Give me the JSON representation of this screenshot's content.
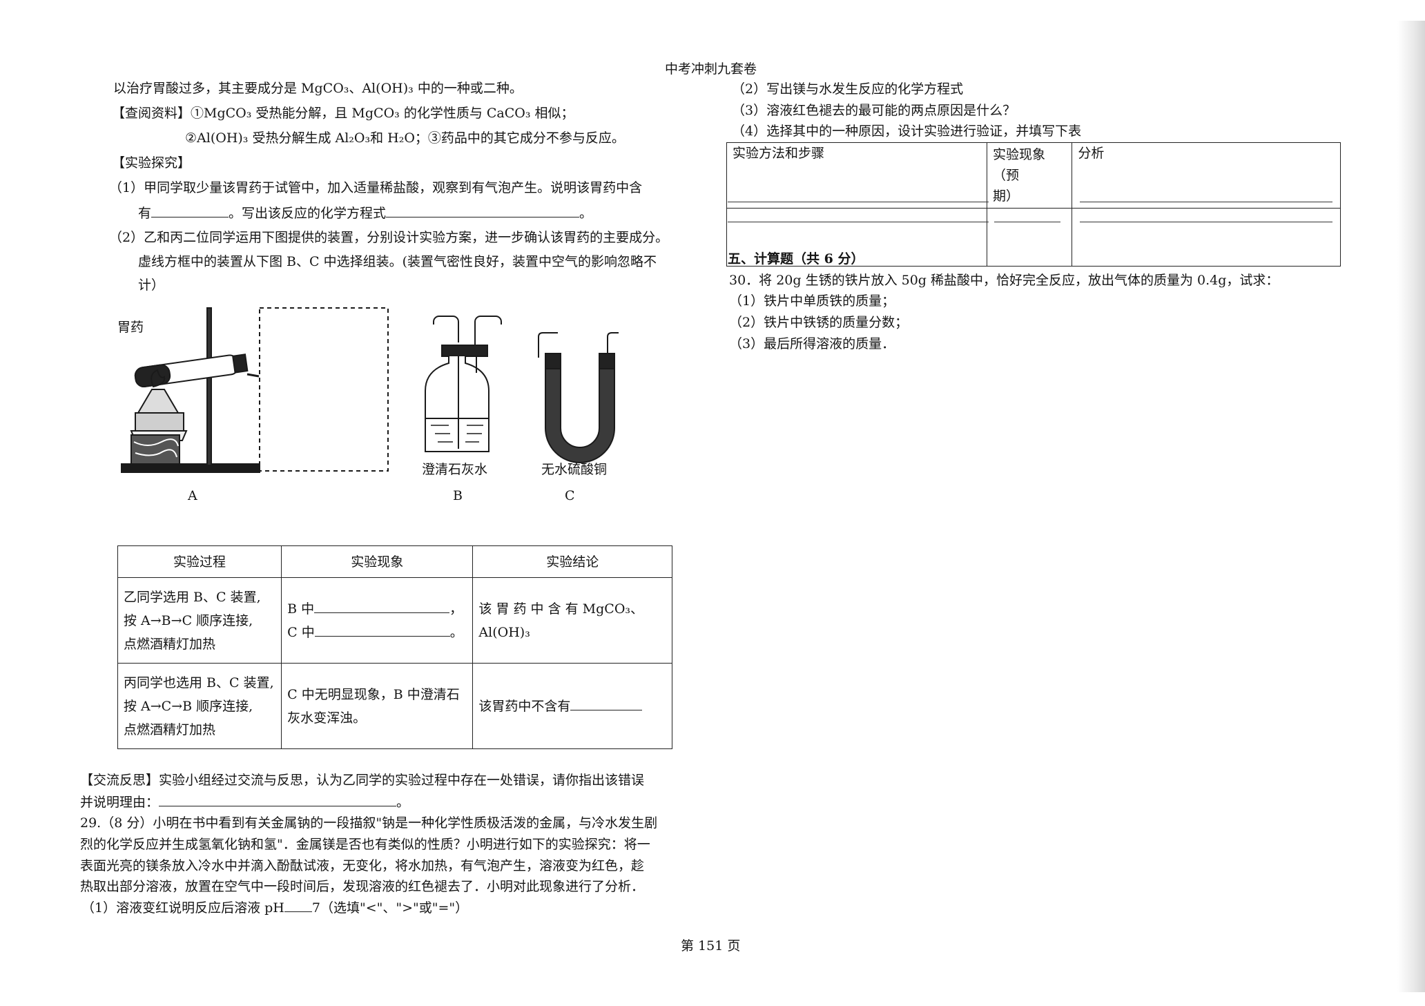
{
  "header": {
    "title": "中考冲刺九套卷",
    "page_number": "第 151 页"
  },
  "left": {
    "intro_line": "以治疗胃酸过多，其主要成分是 MgCO₃、Al(OH)₃ 中的一种或二种。",
    "ref_line1": "【查阅资料】①MgCO₃ 受热能分解，且 MgCO₃ 的化学性质与 CaCO₃ 相似；",
    "ref_line2": "②Al(OH)₃ 受热分解生成 Al₂O₃和 H₂O；③药品中的其它成分不参与反应。",
    "explore_heading": "【实验探究】",
    "q1_line1": "（1）甲同学取少量该胃药于试管中，加入适量稀盐酸，观察到有气泡产生。说明该胃药中含",
    "q1_line2_a": "有",
    "q1_line2_b": "。写出该反应的化学方程式",
    "q1_line2_c": "。",
    "q2_line1": "（2）乙和丙二位同学运用下图提供的装置，分别设计实验方案，进一步确认该胃药的主要成分。",
    "q2_line2": "虚线方框中的装置从下图 B、C 中选择组装。(装置气密性良好，装置中空气的影响忽略不",
    "q2_line3": "计）",
    "figure": {
      "label_stomach_medicine": "胃药",
      "caption_a": "A",
      "caption_b": "B",
      "caption_c": "C",
      "label_limewater": "澄清石灰水",
      "label_copper_sulfate": "无水硫酸铜"
    },
    "table": {
      "headers": [
        "实验过程",
        "实验现象",
        "实验结论"
      ],
      "row1": {
        "process": [
          "乙同学选用 B、C 装置,",
          "按 A→B→C 顺序连接,",
          "点燃酒精灯加热"
        ],
        "phenomenon_b": "B 中",
        "phenomenon_b_end": "，",
        "phenomenon_c": "C 中",
        "phenomenon_c_end": "。",
        "conclusion": [
          "该 胃 药 中 含 有 MgCO₃、",
          "Al(OH)₃"
        ]
      },
      "row2": {
        "process": [
          "丙同学也选用 B、C 装置,",
          "按 A→C→B 顺序连接,",
          "点燃酒精灯加热"
        ],
        "phenomenon": [
          "C 中无明显现象，B 中澄清石",
          "灰水变浑浊。"
        ],
        "conclusion": "该胃药中不含有"
      }
    },
    "reflect_line1": "【交流反思】实验小组经过交流与反思，认为乙同学的实验过程中存在一处错误，请你指出该错误",
    "reflect_line2": "并说明理由：",
    "reflect_line2_end": "。",
    "q29_line1": "29.（8 分）小明在书中看到有关金属钠的一段描叙\"钠是一种化学性质极活泼的金属，与冷水发生剧",
    "q29_line2": "烈的化学反应并生成氢氧化钠和氢\"．金属镁是否也有类似的性质？小明进行如下的实验探究：将一",
    "q29_line3": "表面光亮的镁条放入冷水中并滴入酚酞试液，无变化，将水加热，有气泡产生，溶液变为红色，趁",
    "q29_line4": "热取出部分溶液，放置在空气中一段时间后，发现溶液的红色褪去了．小明对此现象进行了分析．",
    "q29_sub1_a": "（1）溶液变红说明反应后溶液 pH",
    "q29_sub1_b": "7（选填\"<\"、\">\"或\"=\"）"
  },
  "right": {
    "q29_sub2": "（2）写出镁与水发生反应的化学方程式",
    "q29_sub3": "（3）溶液红色褪去的最可能的两点原因是什么？",
    "q29_sub4": "（4）选择其中的一种原因，设计实验进行验证，并填写下表",
    "table": {
      "col1": "实验方法和步骤",
      "col2_line1": "实验现象（预",
      "col2_line2": "期）",
      "col3": "分析"
    },
    "section5": "五、计算题（共 6 分）",
    "q30": "30．将 20g 生锈的铁片放入 50g 稀盐酸中，恰好完全反应，放出气体的质量为 0.4g，试求：",
    "q30_sub1": "（1）铁片中单质铁的质量；",
    "q30_sub2": "（2）铁片中铁锈的质量分数；",
    "q30_sub3": "（3）最后所得溶液的质量．"
  }
}
